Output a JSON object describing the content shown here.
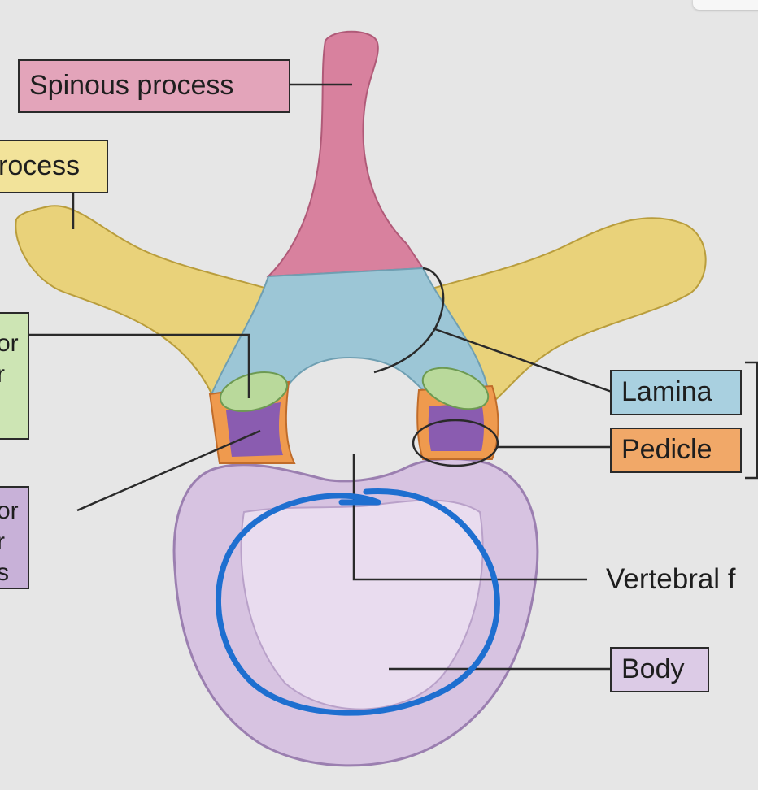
{
  "colors": {
    "spinous": "#d8819e",
    "transverse": "#e9d27a",
    "lamina": "#9cc6d6",
    "pedicle": "#ef9a4e",
    "articular_superior": "#b9d99b",
    "articular_inferior": "#8a5cb0",
    "body": "#d7c3e1",
    "annotation": "#1e6fd0"
  },
  "labels": {
    "spinous": "Spinous process",
    "transverse": "rocess",
    "superior_l1": "or",
    "superior_l2": "r",
    "inferior_l1": "or",
    "inferior_l2": "r",
    "inferior_l3": "s",
    "lamina": "Lamina",
    "pedicle": "Pedicle",
    "foramen": "Vertebral f",
    "body": "Body"
  },
  "annotation": {
    "stroke": "blue-freehand-circle",
    "target": "Body"
  }
}
